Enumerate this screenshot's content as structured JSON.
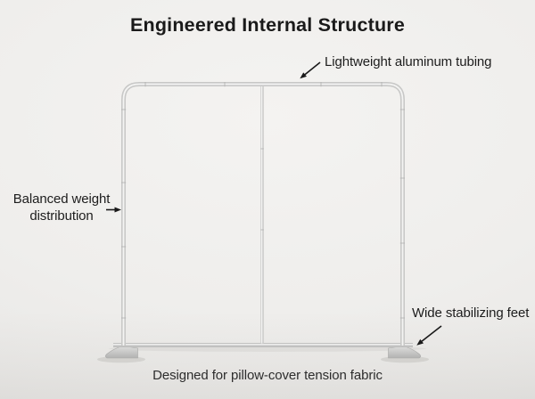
{
  "page": {
    "title": "Engineered Internal Structure",
    "caption": "Designed for pillow-cover tension fabric"
  },
  "annotations": {
    "tubing": "Lightweight aluminum tubing",
    "weight": "Balanced weight distribution",
    "feet": "Wide stabilizing feet"
  },
  "illustration": {
    "subject": "pillow-cover tension fabric display frame",
    "parts": [
      "top-tube",
      "left-tube",
      "right-tube",
      "center-tube",
      "bottom-tube",
      "left-foot",
      "right-foot"
    ]
  },
  "colors": {
    "background": "#eceae8",
    "tube_silver": "#c8c8c7",
    "tube_highlight": "#f4f4f3",
    "foot_gray": "#bcbcbb",
    "text_dark": "#1c1c1c",
    "arrow_black": "#1a1a1a"
  }
}
